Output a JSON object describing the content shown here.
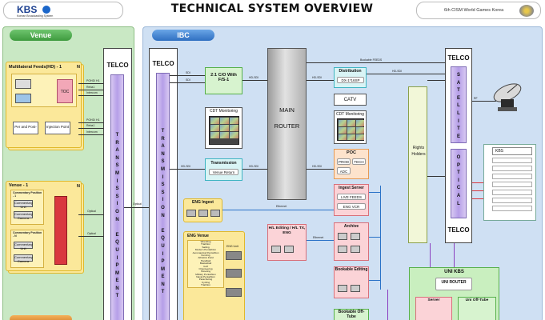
{
  "header": {
    "title": "TECHNICAL SYSTEM OVERVIEW",
    "logo_text": "KBS",
    "logo_sub": "Korean Broadcasting System",
    "event_text": "6th CISM World Games Korea"
  },
  "venue": {
    "tab": "Venue",
    "multilateral": {
      "title": "Multilateral Feeds(HD) - 1",
      "n": "N",
      "toc": "TOC",
      "per": "Per and Post-",
      "injection": "Injection Point"
    },
    "venue1": {
      "title": "Venue - 1",
      "n": "N",
      "comm1": "Commentary Position - 1",
      "comm_unit": "Commentary Unit",
      "comm_camera": "Commentary Camera",
      "comm2": "Commentary Position - N",
      "comm_unit2": "Commentary Unit",
      "comm_camera2": "Commentary Camera"
    },
    "links": [
      "POHD/ H1",
      "Reba1",
      "Intercom",
      "POHD/ H1",
      "Reba1",
      "Intercom"
    ],
    "optical1": "Optical",
    "optical2": "Optical",
    "optical3": "Optical"
  },
  "telco": {
    "label": "TELCO",
    "transmission": "TRANSMISSION EQUIPMENT"
  },
  "ibc": {
    "tab": "IBC",
    "telco": "TELCO",
    "transmission": "TRANSMISSION EQUIPMENT",
    "converter": "2:1 C/O With F/S-1",
    "cdt1": "CDT Monitoring",
    "transmission_box": "Transmission",
    "venue_return": "Venue Return",
    "main_router_1": "MAIN",
    "main_router_2": "ROUTER",
    "distribution": "Distribution",
    "dx": "DX-1*16SP",
    "catv": "CATV",
    "cdt2": "CDT Monitoring",
    "poc": "POC",
    "prod": "PROD",
    "tech": "TECH",
    "adc": "ADC",
    "ingest_server": "Ingest Server",
    "live_feeds": "LIVE FEEDS",
    "eng_vcr": "ENG VCR",
    "eng_ingest": "ENG Ingest",
    "eng_venue": "ENG Venue",
    "eng_venue_tag": "ENG Unit",
    "eng_list": [
      "Wrestling",
      "Triathlon",
      "Sailing",
      "Modern Pentathlon",
      "Aeronautical Pentathlon",
      "Fencing",
      "Athletics Field",
      "Handball",
      "Basketball",
      "Golf",
      "Orienteering",
      "Shooting",
      "Military Pentathlon",
      "Naval Pentathlon",
      "Parachuting",
      "Cycling",
      "Triathlon"
    ],
    "hl_editing": "H/L Editing / H/L TX, ENG",
    "archive": "Archive",
    "bookable_editing": "Bookable Editing",
    "bookable_offtube": "Bookable Off-Tube",
    "rights_holders": "Rights Holders",
    "telco_sat": "TELCO",
    "satellite": "SATELLITE",
    "optical": "OPTICAL",
    "telco_bottom": "TELCO",
    "uni_kbs": "UNI KBS",
    "uni_router": "UNI ROUTER",
    "server": "Server",
    "uni_offtube": "Uni Off-Tube",
    "kbs_board": "KBS",
    "line_labels": {
      "sdi": "SDI",
      "hd_sdi": "HD-SDI",
      "ethernet": "Ethernet",
      "bookable": "Bookable FEEDS",
      "rf": "RF",
      "optical_net": "Optical"
    }
  }
}
